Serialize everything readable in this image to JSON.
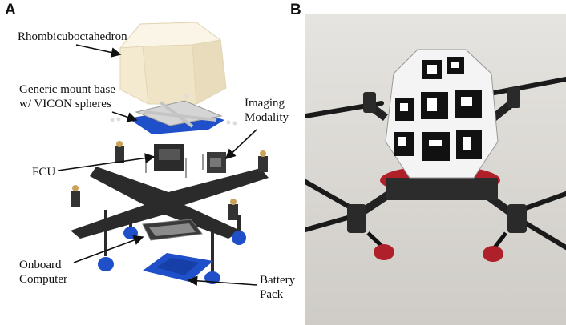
{
  "panel_a": {
    "letter": "A",
    "labels": {
      "rhombi": "Rhombicubocta­hedron",
      "mount_base_line1": "Generic mount base",
      "mount_base_line2": "w/ VICON spheres",
      "imaging_line1": "Imaging",
      "imaging_line2": "Modality",
      "fcu": "FCU",
      "onboard_line1": "Onboard",
      "onboard_line2": "Computer",
      "battery_line1": "Battery",
      "battery_line2": "Pack"
    }
  },
  "panel_b": {
    "letter": "B"
  },
  "colors": {
    "frame": "#2b2b2b",
    "blue_parts": "#1f4fc9",
    "dome": "#f3ead0",
    "floor": "#d8d6d2",
    "red_base": "#b0202a"
  }
}
